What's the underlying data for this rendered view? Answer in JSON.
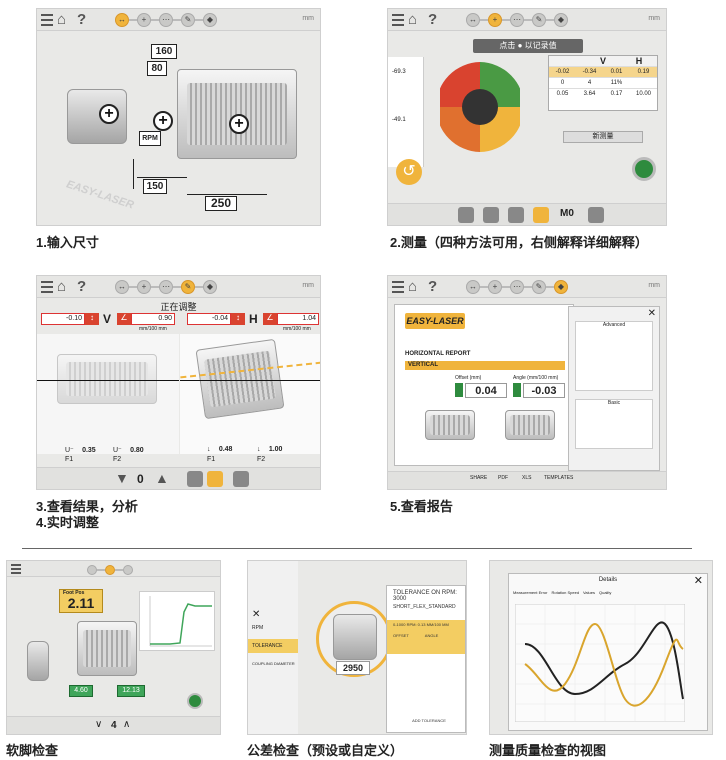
{
  "captions": {
    "c1": "1.输入尺寸",
    "c2": "2.测量（四种方法可用，右侧解释详细解释）",
    "c3a": "3.查看结果，分析",
    "c3b": "4.实时调整",
    "c4": "5.查看报告",
    "c5": "软脚检查",
    "c6": "公差检查（预设或自定义）",
    "c7": "测量质量检查的视图"
  },
  "toolbar": {
    "unit": "mm"
  },
  "panel1": {
    "dim_160": "160",
    "dim_80": "80",
    "rpm": "RPM",
    "dim_150": "150",
    "dim_250": "250",
    "brand_watermark": "EASY-LASER"
  },
  "panel2": {
    "instruction": "点击 ● 以记录值",
    "col_v": "V",
    "col_h": "H",
    "rows": [
      [
        "-0.02",
        "-0.34",
        "0.01",
        "0.19"
      ],
      [
        "0",
        "4",
        "11%",
        ""
      ],
      [
        "0.05",
        "3.64",
        "0.17",
        "10.00"
      ]
    ],
    "new_measure": "新测量",
    "vals_left": [
      "-69.3",
      "-49.1"
    ],
    "bottom_value": "M0"
  },
  "panel3": {
    "title": "正在调整",
    "v_label": "V",
    "h_label": "H",
    "v_left": "-0.10",
    "v_right": "0.90",
    "h_left": "-0.04",
    "h_right": "1.04",
    "v_unit": "mm/100 mm",
    "h_unit": "mm/100 mm",
    "f1_v": "0.35",
    "f2_v": "0.80",
    "f1_h": "0.48",
    "f2_h": "1.00",
    "f1": "F1",
    "f2": "F2",
    "counter": "0"
  },
  "panel4": {
    "logo": "EASY-LASER",
    "report_title": "HORIZONTAL REPORT",
    "section": "VERTICAL",
    "offset_label": "Offset (mm)",
    "offset_value": "0.04",
    "angle_label": "Angle (mm/100 mm)",
    "angle_value": "-0.03",
    "side_title": "Advanced",
    "side_title2": "Basic",
    "footer_items": [
      "SHARE",
      "PDF",
      "XLS",
      "TEMPLATES"
    ]
  },
  "panel5": {
    "label": "Foot Pos",
    "value": "2.11",
    "left_val": "4.60",
    "right_val": "12.13",
    "counter": "4"
  },
  "panel6": {
    "tolerance_header": "TOLERANCE ON RPM: 3000",
    "tolerance_select": "SHORT_FLEX_STANDARD",
    "tolerance_row": "0-1000 RPM: 0.13 MM/100 MM",
    "offset_label": "OFFSET",
    "angle_label": "ANGLE",
    "rpm_value": "2950",
    "add_button": "ADD TOLERANCE",
    "menu_items": [
      "RPM",
      "TOLERANCE",
      "COUPLING DIAMETER"
    ]
  },
  "panel7": {
    "title": "Details",
    "tabs": [
      "Measurement Error",
      "Rotation Speed",
      "Values",
      "Quality"
    ]
  }
}
